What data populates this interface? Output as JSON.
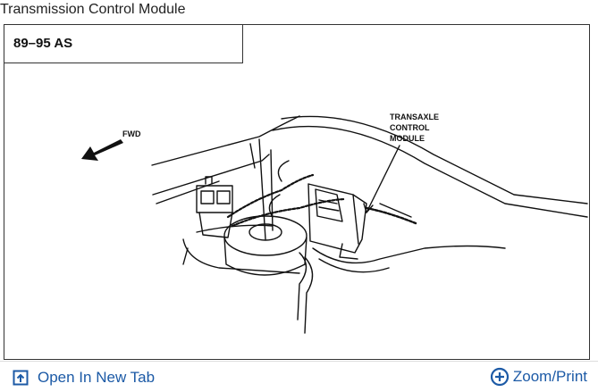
{
  "header": {
    "title": "Transmission Control Module"
  },
  "diagram": {
    "model_label": "89–95 AS",
    "callout": [
      "TRANSAXLE",
      "CONTROL",
      "MODULE"
    ],
    "direction_label": "FWD"
  },
  "footer": {
    "open_tab_label": "Open In New Tab",
    "open_tab_icon": "open-in-new-tab-icon",
    "zoom_label": "Zoom/Print",
    "zoom_icon": "plus-circle-icon",
    "link_color": "#1c5aa6"
  }
}
